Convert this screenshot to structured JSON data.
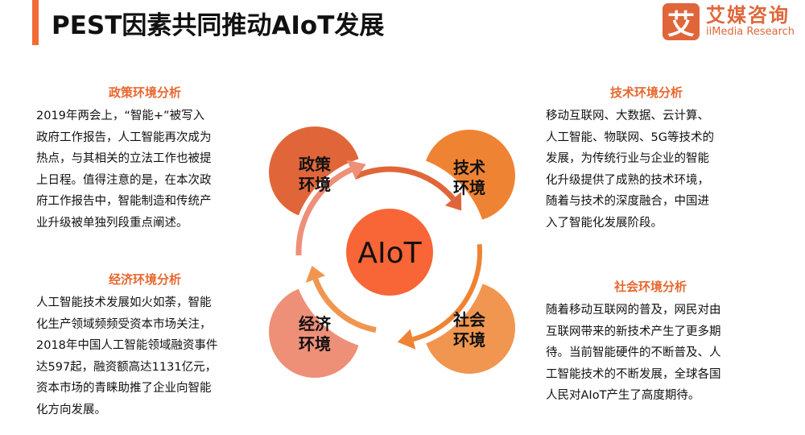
{
  "header": {
    "title": "PEST因素共同推动AIoT发展"
  },
  "logo": {
    "mark": "艾",
    "cn": "艾媒咨询",
    "en": "iiMedia Research"
  },
  "diagram": {
    "center": "AIoT",
    "bubbles": [
      {
        "line1": "政策",
        "line2": "环境",
        "color": "#e0663a"
      },
      {
        "line1": "技术",
        "line2": "环境",
        "color": "#ef8334"
      },
      {
        "line1": "经济",
        "line2": "环境",
        "color": "#ee8f78"
      },
      {
        "line1": "社会",
        "line2": "环境",
        "color": "#f09650"
      }
    ],
    "center_color": "#f86536"
  },
  "sections": {
    "policy": {
      "title": "政策环境分析",
      "lines": [
        "2019年两会上，“智能+”被写入",
        "政府工作报告，人工智能再次成为",
        "热点，与其相关的立法工作也被提",
        "上日程。值得注意的是，在本次政",
        "府工作报告中，智能制造和传统产",
        "业升级被单独列段重点阐述。"
      ]
    },
    "economy": {
      "title": "经济环境分析",
      "lines": [
        " 人工智能技术发展如火如荼，智能",
        "化生产领域频频受资本市场关注，",
        "2018年中国人工智能领域融资事件",
        "达597起，融资额高达1131亿元，",
        "资本市场的青睐助推了企业向智能",
        "化方向发展。"
      ]
    },
    "tech": {
      "title": "技术环境分析",
      "lines": [
        "移动互联网、大数据、云计算、",
        "人工智能、物联网、5G等技术的",
        "发展，为传统行业与企业的智能",
        "化升级提供了成熟的技术环境，",
        "随着与技术的深度融合，中国进",
        "入了智能化发展阶段。"
      ]
    },
    "society": {
      "title": "社会环境分析",
      "lines": [
        "随着移动互联网的普及，网民对由",
        "互联网带来的新技术产生了更多期",
        "待。当前智能硬件的不断普及、人",
        "工智能技术的不断发展，全球各国",
        "人民对AIoT产生了高度期待。"
      ]
    }
  }
}
